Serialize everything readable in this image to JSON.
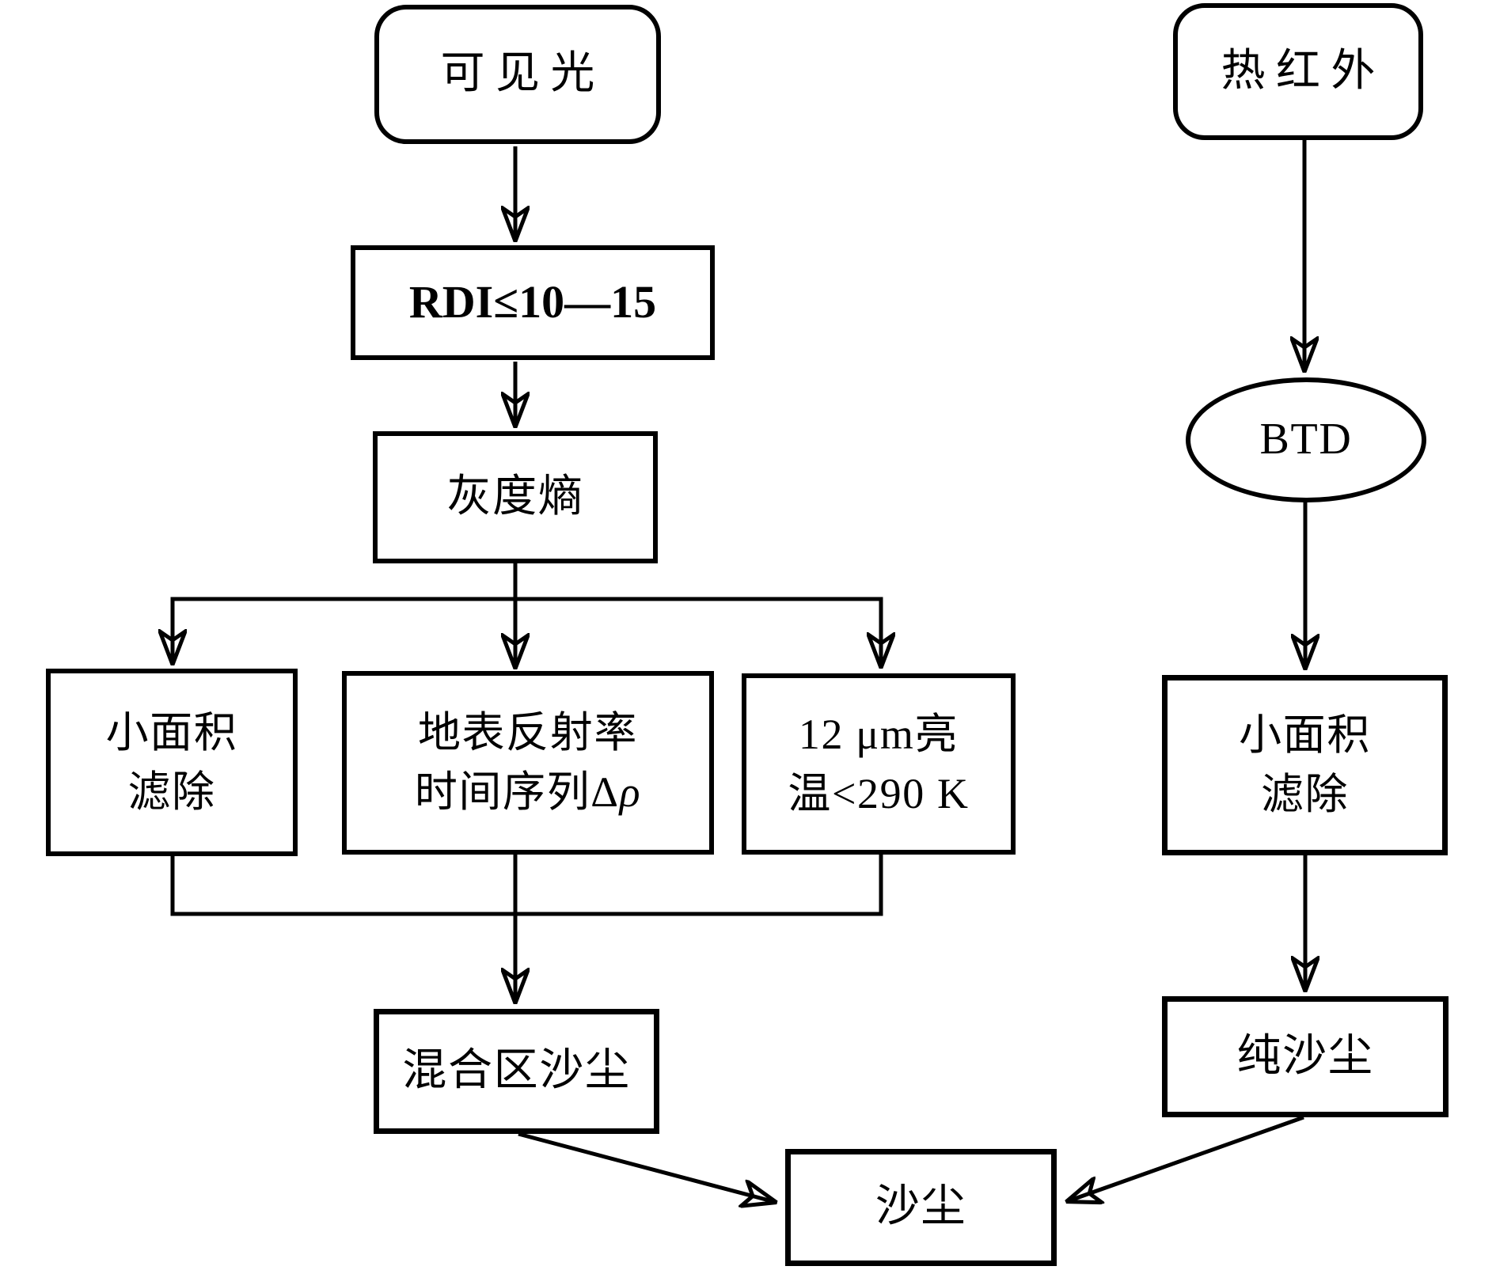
{
  "diagram": {
    "type": "flowchart",
    "background_color": "#ffffff",
    "stroke_color": "#000000",
    "nodes": {
      "visible_light": {
        "id": "visible_light",
        "shape": "rounded-rect",
        "label": "可见光"
      },
      "rdi_threshold": {
        "id": "rdi_threshold",
        "shape": "rect",
        "label": "RDI≤10—15"
      },
      "gray_entropy": {
        "id": "gray_entropy",
        "shape": "rect",
        "label": "灰度熵"
      },
      "small_area_filter_left": {
        "id": "small_area_filter_left",
        "shape": "rect",
        "line1": "小面积",
        "line2": "滤除"
      },
      "surface_reflectance": {
        "id": "surface_reflectance",
        "shape": "rect",
        "line1": "地表反射率",
        "line2_prefix": "时间序列Δ",
        "line2_italic": "ρ"
      },
      "brightness_temperature": {
        "id": "brightness_temperature",
        "shape": "rect",
        "line1": "12 μm亮",
        "line2": "温<290 K"
      },
      "mixed_area_dust": {
        "id": "mixed_area_dust",
        "shape": "rect",
        "label": "混合区沙尘"
      },
      "thermal_infrared": {
        "id": "thermal_infrared",
        "shape": "rounded-rect",
        "label": "热红外"
      },
      "btd": {
        "id": "btd",
        "shape": "ellipse",
        "label": "BTD"
      },
      "small_area_filter_right": {
        "id": "small_area_filter_right",
        "shape": "rect",
        "line1": "小面积",
        "line2": "滤除"
      },
      "pure_dust": {
        "id": "pure_dust",
        "shape": "rect",
        "label": "纯沙尘"
      },
      "dust": {
        "id": "dust",
        "shape": "rect",
        "label": "沙尘"
      }
    },
    "edges": [
      {
        "from": "visible_light",
        "to": "rdi_threshold"
      },
      {
        "from": "rdi_threshold",
        "to": "gray_entropy"
      },
      {
        "from": "gray_entropy",
        "to": "small_area_filter_left"
      },
      {
        "from": "gray_entropy",
        "to": "surface_reflectance"
      },
      {
        "from": "gray_entropy",
        "to": "brightness_temperature"
      },
      {
        "from": "small_area_filter_left",
        "to": "mixed_area_dust"
      },
      {
        "from": "surface_reflectance",
        "to": "mixed_area_dust"
      },
      {
        "from": "brightness_temperature",
        "to": "mixed_area_dust"
      },
      {
        "from": "mixed_area_dust",
        "to": "dust"
      },
      {
        "from": "thermal_infrared",
        "to": "btd"
      },
      {
        "from": "btd",
        "to": "small_area_filter_right"
      },
      {
        "from": "small_area_filter_right",
        "to": "pure_dust"
      },
      {
        "from": "pure_dust",
        "to": "dust"
      }
    ]
  }
}
